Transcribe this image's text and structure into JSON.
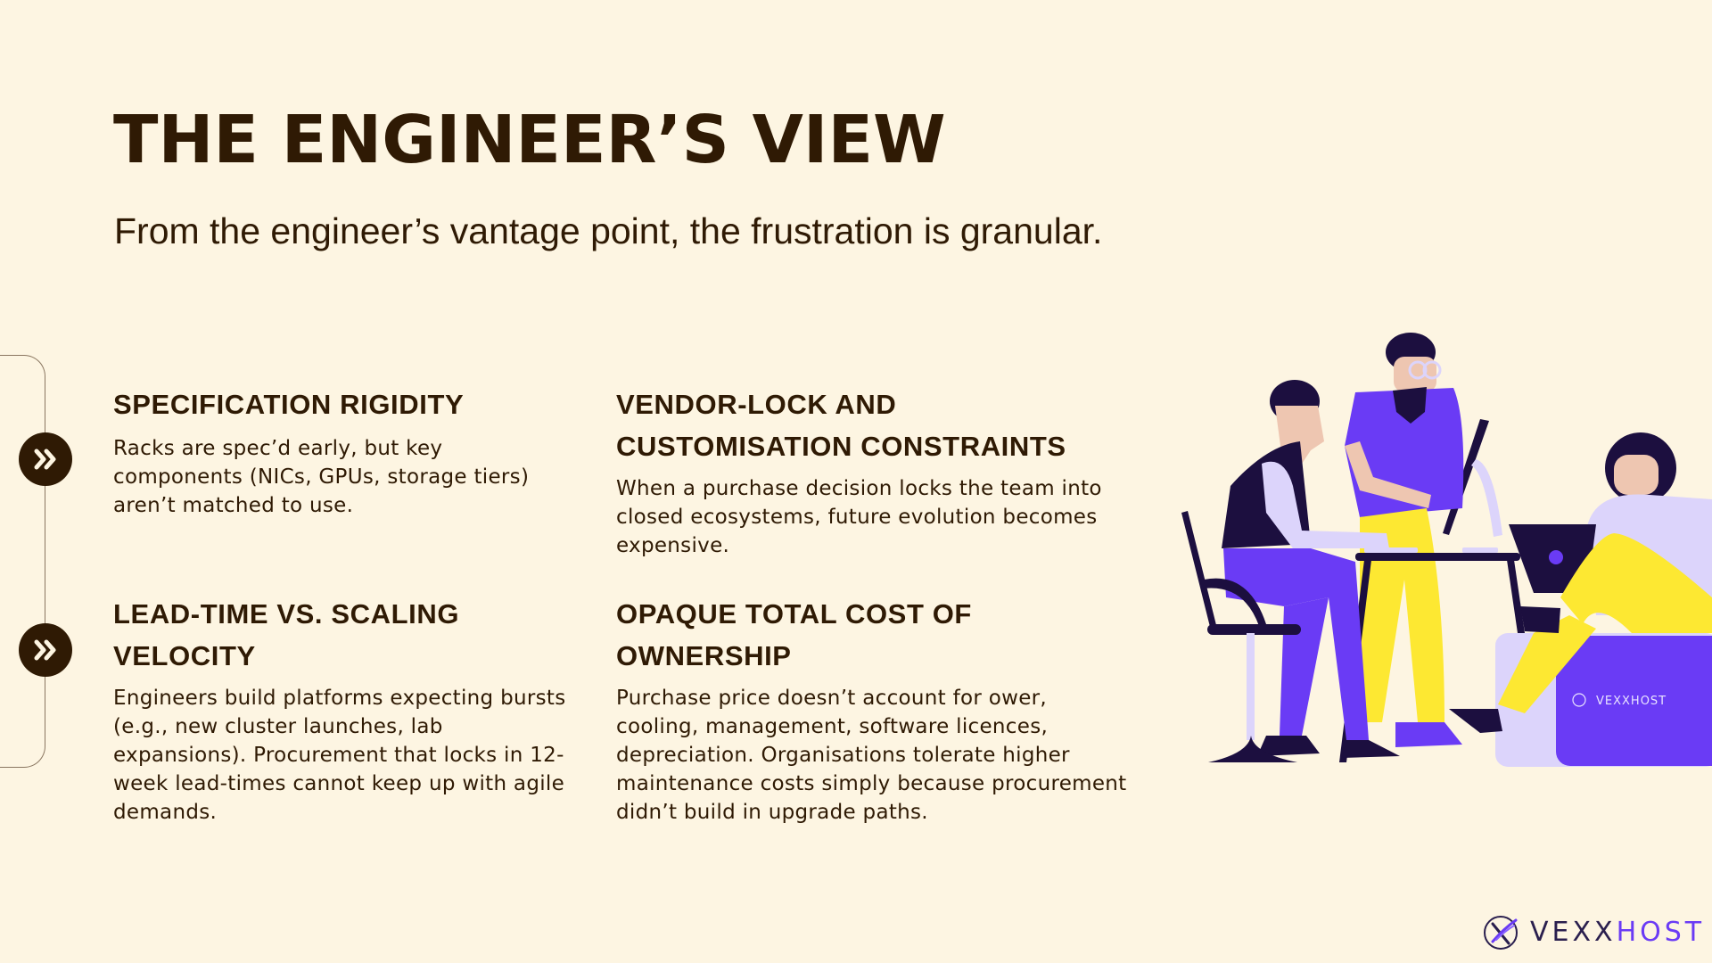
{
  "slide": {
    "title": "THE ENGINEER’S VIEW",
    "subtitle": "From the engineer’s vantage point, the frustration is granular."
  },
  "cards": [
    {
      "heading": "SPECIFICATION RIGIDITY",
      "body": "Racks are spec’d early, but key components (NICs, GPUs, storage tiers) aren’t matched to use."
    },
    {
      "heading": "VENDOR-LOCK AND CUSTOMISATION CONSTRAINTS",
      "body": "When a purchase decision locks the team into closed ecosystems, future evolution becomes expensive."
    },
    {
      "heading": "LEAD-TIME VS. SCALING VELOCITY",
      "body": "Engineers build platforms expecting bursts (e.g., new cluster launches, lab expansions). Procurement that locks in 12-week lead-times cannot keep up with agile demands."
    },
    {
      "heading": "OPAQUE TOTAL COST OF OWNERSHIP",
      "body": "Purchase price doesn’t account for ower, cooling, management, software licences, depreciation. Organisations tolerate higher maintenance costs simply because procurement didn’t build in upgrade paths."
    }
  ],
  "bullets": [
    {
      "icon": "double-chevron-right-icon"
    },
    {
      "icon": "double-chevron-right-icon"
    }
  ],
  "illustration": {
    "description": "team-of-engineers-at-desk",
    "box_brand": "VEXXHOST"
  },
  "logo": {
    "part1": "VEXX",
    "part2": "HOST"
  },
  "colors": {
    "background": "#fdf5e2",
    "text": "#2f1a04",
    "purple": "#6a3bf5",
    "navy": "#1c0f3f",
    "yellow": "#fde832",
    "lavender": "#dcd4fb",
    "skin": "#eec6b1"
  }
}
